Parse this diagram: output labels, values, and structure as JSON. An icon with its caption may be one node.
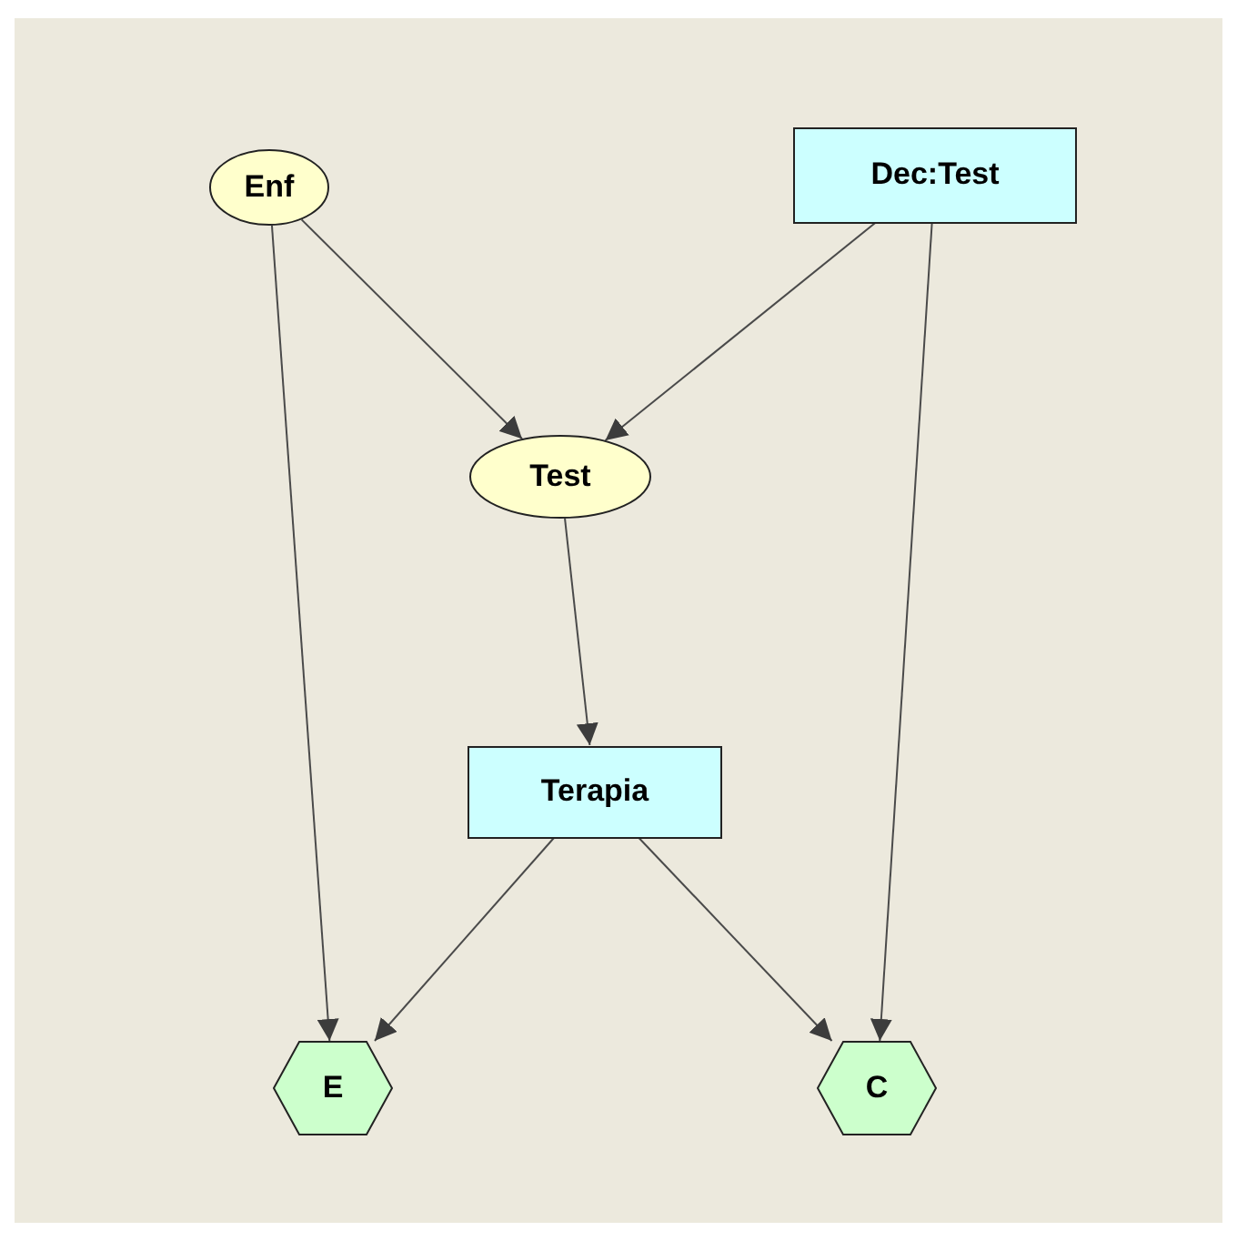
{
  "diagram": {
    "nodes": [
      {
        "text": [
          "Enf"
        ]
      },
      {
        "text": [
          "Dec:Test"
        ]
      },
      {
        "text": [
          "Test"
        ]
      },
      {
        "text": [
          "Terapia"
        ]
      },
      {
        "text": [
          "E"
        ]
      },
      {
        "text": [
          "C"
        ]
      }
    ],
    "edges": [
      {
        "from": 0,
        "to": 2,
        "arrow": "to"
      },
      {
        "from": 1,
        "to": 2,
        "arrow": "to"
      },
      {
        "from": 0,
        "to": 4,
        "arrow": "to"
      },
      {
        "from": 2,
        "to": 3,
        "arrow": "to"
      },
      {
        "from": 3,
        "to": 4,
        "arrow": "to"
      },
      {
        "from": 3,
        "to": 5,
        "arrow": "to"
      },
      {
        "from": 1,
        "to": 5,
        "arrow": "to"
      }
    ]
  }
}
